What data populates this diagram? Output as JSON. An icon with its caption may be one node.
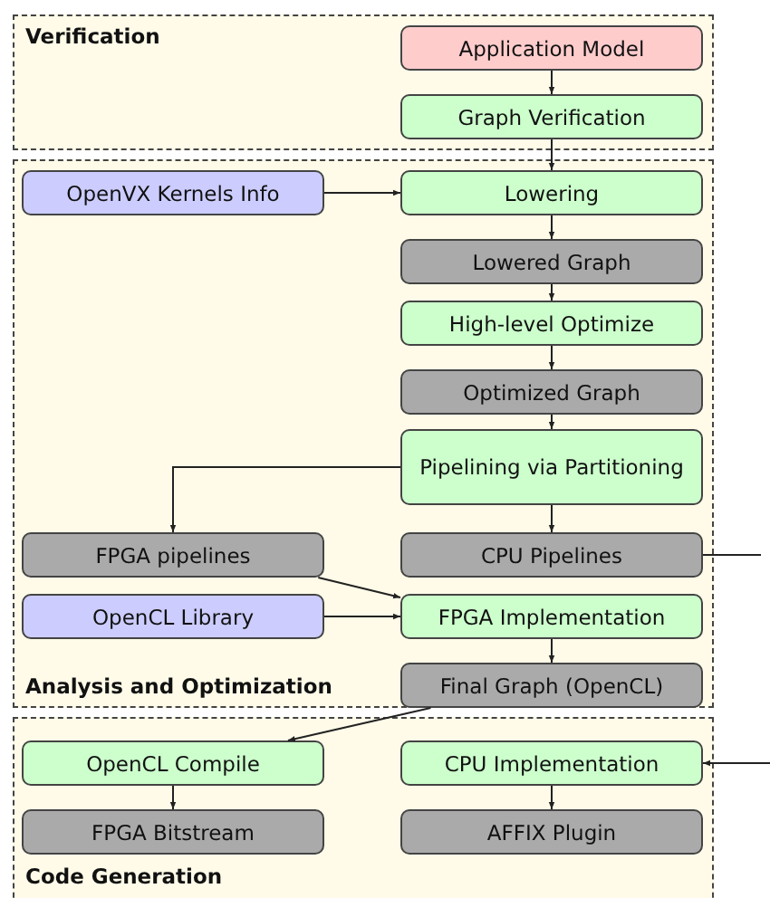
{
  "diagram": {
    "nodes": [
      {
        "text": [
          "Verification"
        ]
      },
      {
        "text": [
          "Application Model"
        ],
        "in": 0
      },
      {
        "text": [
          "Graph Verification"
        ],
        "in": 0
      },
      {
        "text": [
          "Analysis and Optimization"
        ]
      },
      {
        "text": [
          "OpenVX Kernels Info"
        ],
        "in": 3
      },
      {
        "text": [
          "Lowering"
        ],
        "in": 3
      },
      {
        "text": [
          "Lowered Graph"
        ],
        "in": 3
      },
      {
        "text": [
          "High-level Optimize"
        ],
        "in": 3
      },
      {
        "text": [
          "Optimized Graph"
        ],
        "in": 3
      },
      {
        "text": [
          "Pipelining via Partitioning"
        ],
        "in": 3
      },
      {
        "text": [
          "FPGA pipelines"
        ],
        "in": 3
      },
      {
        "text": [
          "CPU Pipelines"
        ],
        "in": 3
      },
      {
        "text": [
          "OpenCL Library"
        ],
        "in": 3
      },
      {
        "text": [
          "FPGA Implementation"
        ],
        "in": 3
      },
      {
        "text": [
          "Final Graph (OpenCL)"
        ],
        "in": 3
      },
      {
        "text": [
          "Code Generation"
        ]
      },
      {
        "text": [
          "OpenCL Compile"
        ],
        "in": 15
      },
      {
        "text": [
          "CPU Implementation"
        ],
        "in": 15
      },
      {
        "text": [
          "FPGA Bitstream"
        ],
        "in": 15
      },
      {
        "text": [
          "AFFIX Plugin"
        ],
        "in": 15
      }
    ],
    "edges": [
      {
        "from": 1,
        "to": 2,
        "arrow": "to"
      },
      {
        "from": 2,
        "to": 5,
        "arrow": "to"
      },
      {
        "from": 4,
        "to": 5,
        "arrow": "to"
      },
      {
        "from": 5,
        "to": 6,
        "arrow": "to"
      },
      {
        "from": 6,
        "to": 7,
        "arrow": "to"
      },
      {
        "from": 7,
        "to": 8,
        "arrow": "to"
      },
      {
        "from": 8,
        "to": 9,
        "arrow": "to"
      },
      {
        "from": 9,
        "to": 10,
        "arrow": "to"
      },
      {
        "from": 9,
        "to": 11,
        "arrow": "to"
      },
      {
        "from": 10,
        "to": 13,
        "arrow": "to"
      },
      {
        "from": 12,
        "to": 13,
        "arrow": "to"
      },
      {
        "from": 13,
        "to": 14,
        "arrow": "to"
      },
      {
        "from": 14,
        "to": 16,
        "arrow": "to"
      },
      {
        "from": 11,
        "to": null,
        "arrow": "none"
      },
      {
        "from": null,
        "to": 17,
        "arrow": "to"
      },
      {
        "from": 16,
        "to": 18,
        "arrow": "to"
      },
      {
        "from": 17,
        "to": 19,
        "arrow": "to"
      }
    ]
  }
}
